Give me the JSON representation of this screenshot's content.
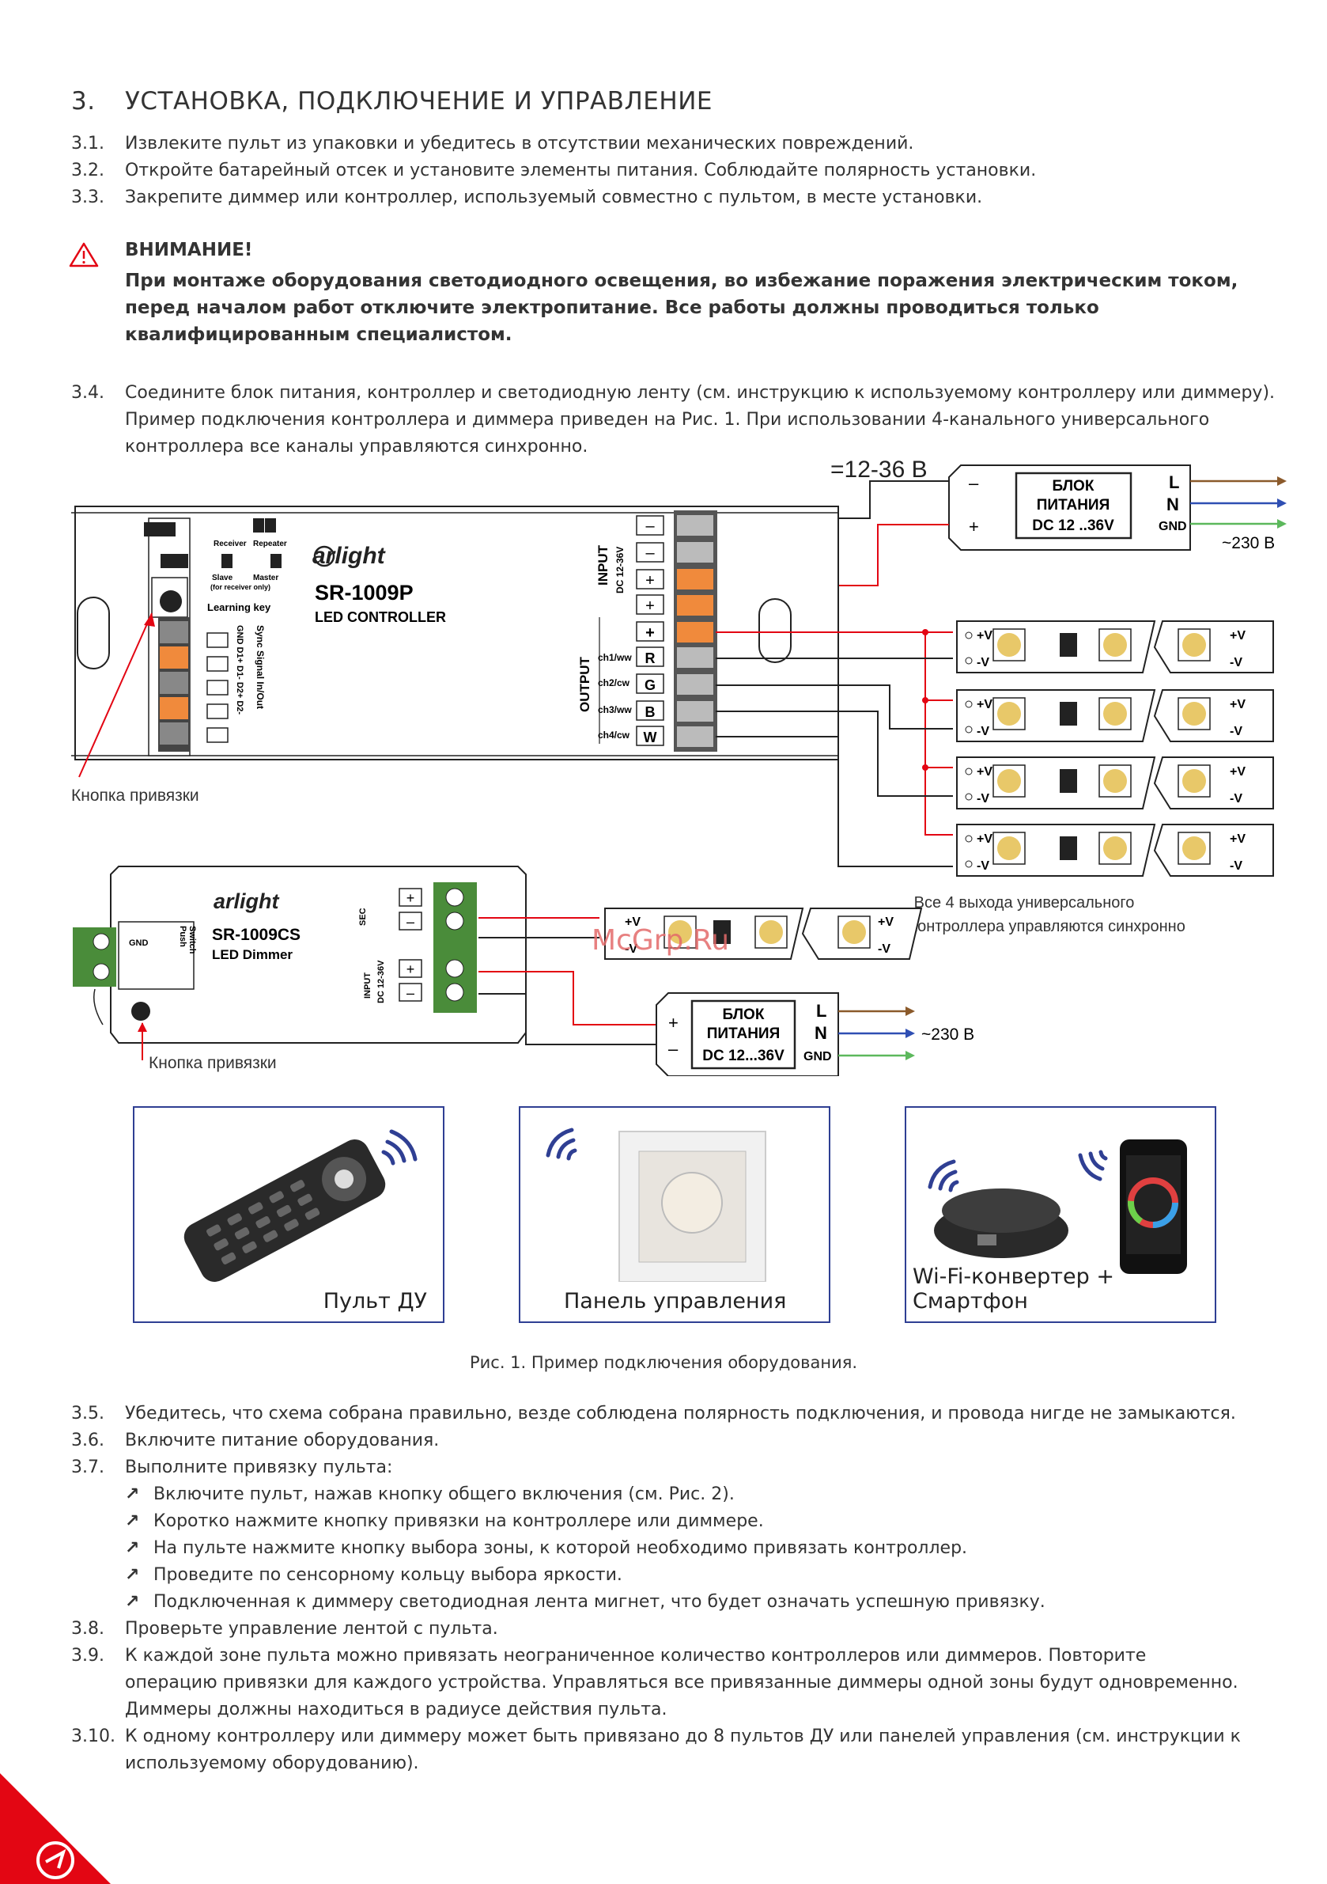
{
  "section": {
    "number": "3.",
    "title": "УСТАНОВКА, ПОДКЛЮЧЕНИЕ И УПРАВЛЕНИЕ"
  },
  "steps_top": [
    {
      "num": "3.1.",
      "text": "Извлеките пульт из упаковки и убедитесь в отсутствии механических повреждений."
    },
    {
      "num": "3.2.",
      "text": "Откройте батарейный отсек и установите элементы питания. Соблюдайте полярность установки."
    },
    {
      "num": "3.3.",
      "text": "Закрепите диммер или контроллер, используемый совместно с пультом, в месте установки."
    }
  ],
  "warning": {
    "title": "ВНИМАНИЕ!",
    "body": "При монтаже оборудования светодиодного освещения, во избежание поражения электрическим током, перед началом работ отключите электропитание. Все работы должны проводиться только квалифицированным специалистом."
  },
  "step_34": {
    "num": "3.4.",
    "lines": [
      "Соедините блок питания, контроллер и светодиодную ленту (см. инструкцию к используемому контроллеру или диммеру).",
      "Пример подключения контроллера и диммера приведен на Рис. 1. При использовании 4-канального универсального",
      "контроллера все каналы управляются синхронно."
    ]
  },
  "diagram": {
    "voltage": "=12-36 В",
    "psu1": {
      "title1": "БЛОК",
      "title2": "ПИТАНИЯ",
      "rating": "DC 12 ..36V",
      "minus": "–",
      "plus": "+",
      "l": "L",
      "n": "N",
      "gnd": "GND",
      "ac": "~230 В"
    },
    "controller": {
      "brand": "arlight",
      "model": "SR-1009P",
      "subtitle": "LED CONTROLLER",
      "receiver": "Receiver",
      "repeater": "Repeater",
      "slave": "Slave",
      "for_receiver": "(for receiver only)",
      "master": "Master",
      "learning_key": "Learning key",
      "sync": "Sync Signal In/Out",
      "sync_pins": "GND  D1+  D1-  D2+  D2-",
      "input": "INPUT",
      "input_dc": "DC 12-36V",
      "output": "OUTPUT",
      "input_terms": [
        "–",
        "–",
        "+",
        "+"
      ],
      "output_terms": [
        {
          "ch": "",
          "label": "+"
        },
        {
          "ch": "ch1/ww",
          "label": "R"
        },
        {
          "ch": "ch2/cw",
          "label": "G"
        },
        {
          "ch": "ch3/ww",
          "label": "B"
        },
        {
          "ch": "ch4/cw",
          "label": "W"
        }
      ]
    },
    "strip_labels": {
      "plus": "+V",
      "minus": "-V"
    },
    "button_label_1": "Кнопка привязки",
    "sync_note": [
      "Все 4 выхода универсального",
      "контроллера управляются синхронно"
    ],
    "dimmer": {
      "brand": "arlight",
      "model": "SR-1009CS",
      "subtitle": "LED Dimmer",
      "gnd": "GND",
      "push": "Push",
      "switch": "Switch",
      "sec": "SEC",
      "input": "INPUT",
      "input_dc": "DC 12-36V",
      "terms": [
        "+",
        "–",
        "+",
        "–"
      ]
    },
    "psu2": {
      "title1": "БЛОК",
      "title2": "ПИТАНИЯ",
      "rating": "DC 12...36V",
      "minus": "–",
      "plus": "+",
      "l": "L",
      "n": "N",
      "gnd": "GND",
      "ac": "~230 В"
    },
    "button_label_2": "Кнопка привязки",
    "watermark": "McGrp.Ru"
  },
  "cards": [
    {
      "label": "Пульт ДУ"
    },
    {
      "label": "Панель управления"
    },
    {
      "label": "Wi-Fi-конвертер + Смартфон"
    }
  ],
  "caption": "Рис. 1. Пример подключения оборудования.",
  "steps_bottom": [
    {
      "num": "3.5.",
      "text": "Убедитесь, что схема собрана правильно, везде соблюдена полярность подключения, и провода нигде не замыкаются."
    },
    {
      "num": "3.6.",
      "text": "Включите питание оборудования."
    },
    {
      "num": "3.7.",
      "text": "Выполните привязку пульта:"
    }
  ],
  "bullets": [
    "Включите пульт, нажав кнопку общего включения (см. Рис. 2).",
    "Коротко нажмите кнопку привязки на контроллере или диммере.",
    "На пульте нажмите кнопку выбора зоны, к которой необходимо привязать контроллер.",
    "Проведите по сенсорному кольцу выбора яркости.",
    "Подключенная к диммеру светодиодная лента мигнет, что будет означать успешную привязку."
  ],
  "steps_end": [
    {
      "num": "3.8.",
      "lines": [
        "Проверьте управление лентой с пульта."
      ]
    },
    {
      "num": "3.9.",
      "lines": [
        "К каждой зоне пульта можно привязать неограниченное количество контроллеров или диммеров. Повторите",
        "операцию привязки для каждого устройства. Управляться все привязанные диммеры одной зоны будут одновременно.",
        "Диммеры должны находиться в радиусе действия пульта."
      ]
    },
    {
      "num": "3.10.",
      "lines": [
        "К одному контроллеру или диммеру может быть привязано до 8 пультов ДУ или панелей управления (см. инструкции к",
        "используемому оборудованию)."
      ]
    }
  ],
  "colors": {
    "red": "#e30613",
    "blue": "#2f3f93",
    "orange": "#f08a3c",
    "green_term": "#4a8c3a",
    "wire_brown": "#8b5a2b",
    "wire_blue": "#2f4fb3",
    "wire_green": "#5cb85c"
  }
}
